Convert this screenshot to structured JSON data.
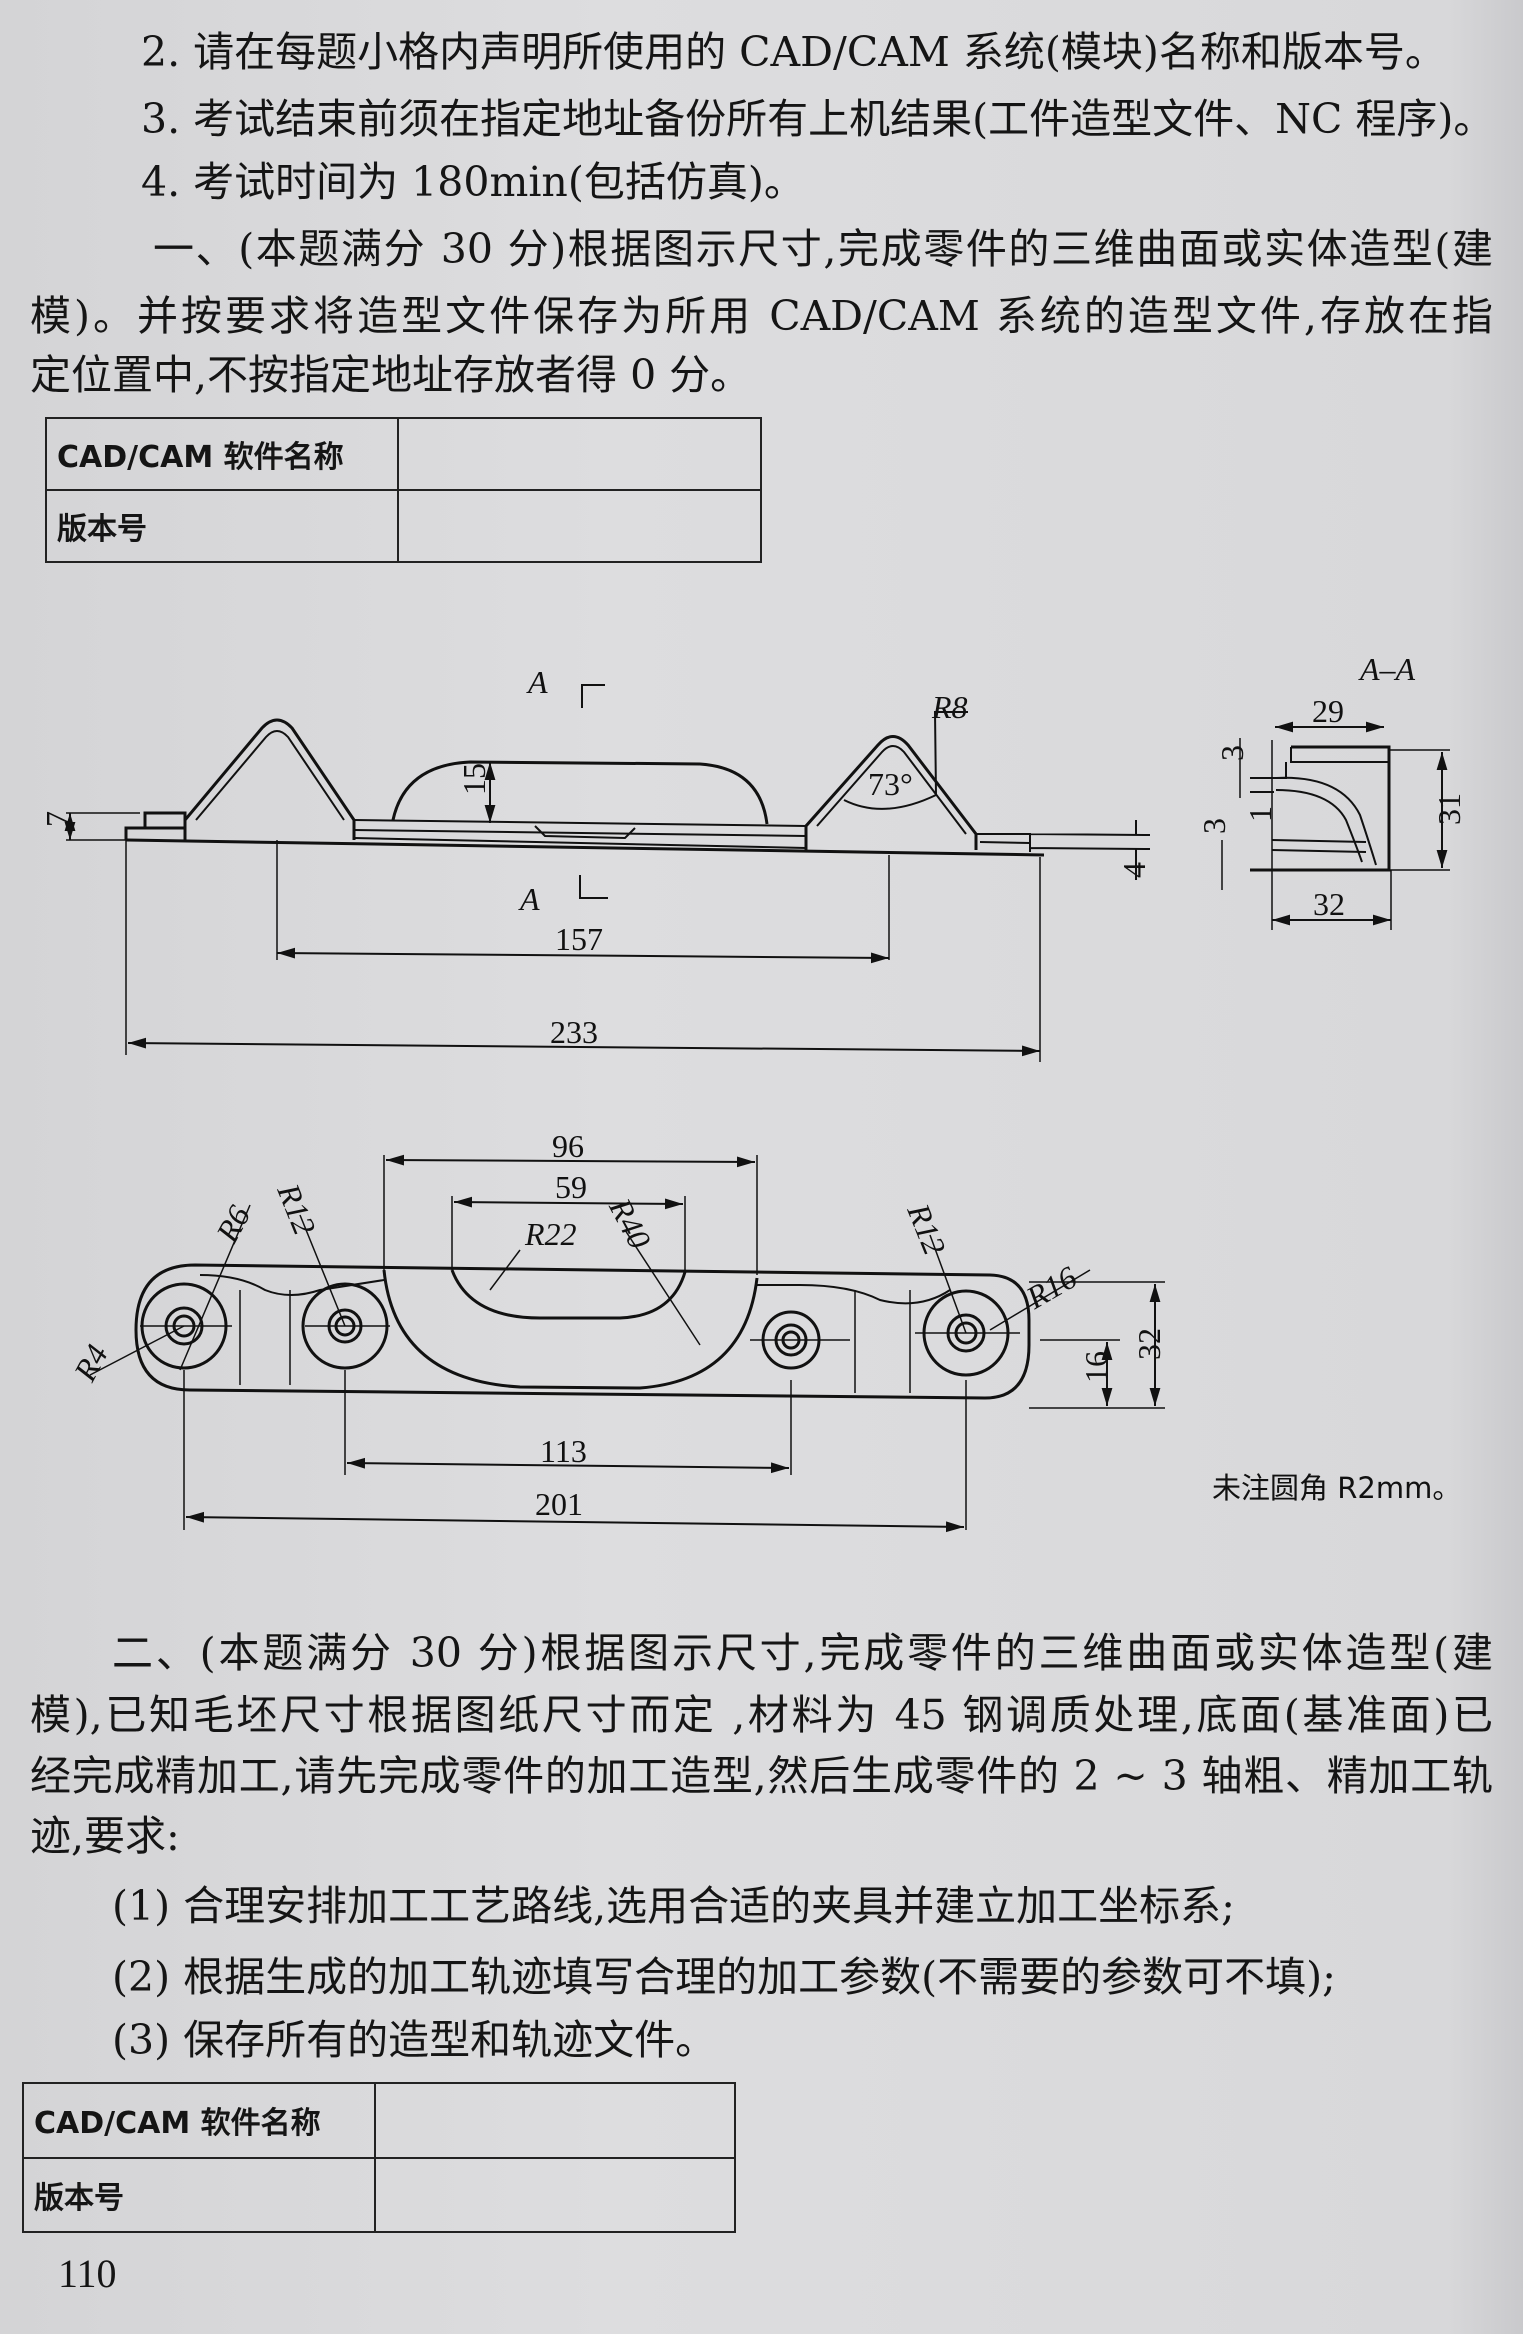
{
  "notes": [
    "2. 请在每题小格内声明所使用的 CAD/CAM 系统(模块)名称和版本号。",
    "3. 考试结束前须在指定地址备份所有上机结果(工件造型文件、NC 程序)。",
    "4. 考试时间为 180min(包括仿真)。"
  ],
  "question1": {
    "lines": [
      "一、(本题满分 30 分)根据图示尺寸,完成零件的三维曲面或实体造型(建",
      "模)。并按要求将造型文件保存为所用 CAD/CAM 系统的造型文件,存放在指",
      "定位置中,不按指定地址存放者得 0 分。"
    ],
    "table": {
      "software_label": "CAD/CAM 软件名称",
      "software_value": "",
      "version_label": "版本号",
      "version_value": ""
    }
  },
  "drawing": {
    "section_marker": "A",
    "section_title": "A–A",
    "front_view_dims": {
      "height_left": "7",
      "hump": "15",
      "radius": "R8",
      "angle": "73°",
      "right_step": "4",
      "span": "157",
      "overall": "233"
    },
    "section_dims": {
      "width_top": "29",
      "top": "3",
      "mid": "1",
      "bottom": "3",
      "height": "31",
      "width_bottom": "32"
    },
    "top_view_dims": {
      "r6": "R6",
      "r12_left": "R12",
      "r22": "R22",
      "r40": "R40",
      "r12_right": "R12",
      "r16": "R16",
      "r4": "R4",
      "w96": "96",
      "w59": "59",
      "h32": "32",
      "h16": "16",
      "c113": "113",
      "c201": "201"
    },
    "note": "未注圆角 R2mm。"
  },
  "question2": {
    "lines": [
      "二、(本题满分 30 分)根据图示尺寸,完成零件的三维曲面或实体造型(建",
      "模),已知毛坯尺寸根据图纸尺寸而定 ,材料为 45 钢调质处理,底面(基准面)已",
      "经完成精加工,请先完成零件的加工造型,然后生成零件的 2 ~ 3 轴粗、精加工轨",
      "迹,要求:"
    ],
    "items": [
      "(1) 合理安排加工工艺路线,选用合适的夹具并建立加工坐标系;",
      "(2) 根据生成的加工轨迹填写合理的加工参数(不需要的参数可不填);",
      "(3) 保存所有的造型和轨迹文件。"
    ],
    "table": {
      "software_label": "CAD/CAM 软件名称",
      "software_value": "",
      "version_label": "版本号",
      "version_value": ""
    }
  },
  "page_number": "110"
}
